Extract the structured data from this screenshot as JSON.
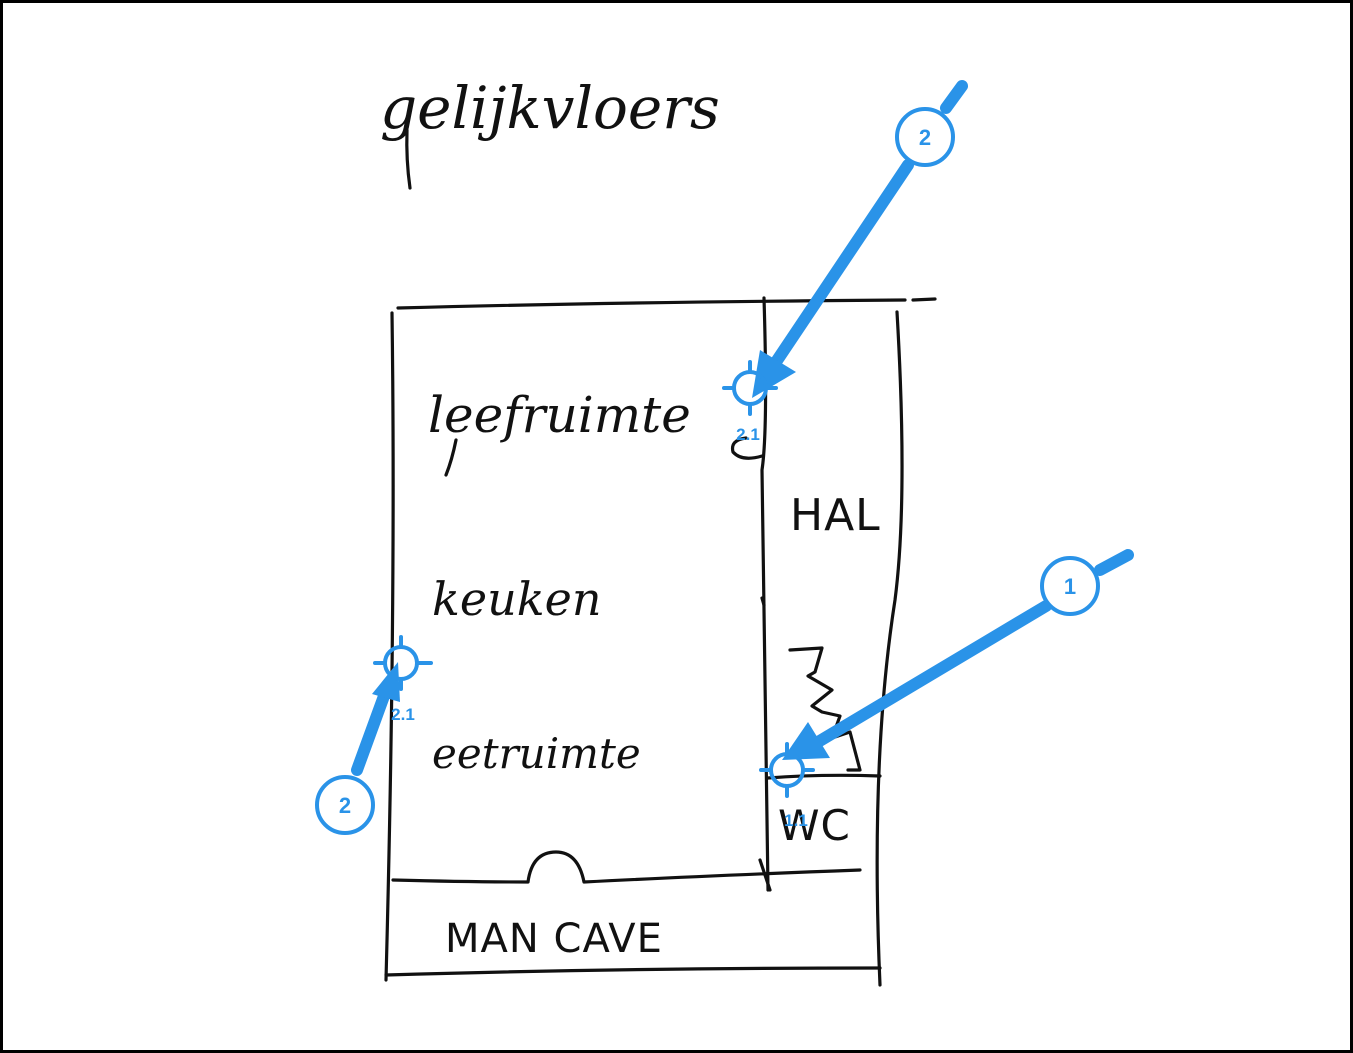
{
  "canvas": {
    "border_color": "#000000",
    "background": "#ffffff"
  },
  "accent_color": "#2a93e8",
  "labels": {
    "title": "gelijkvloers",
    "room_living": "leefruimte",
    "room_kitchen": "keuken",
    "room_dining": "eetruimte",
    "room_hall": "HAL",
    "room_toilet": "WC",
    "room_mancave": "MAN CAVE"
  },
  "annotations": {
    "badges": [
      "2",
      "1",
      "2"
    ],
    "markers": [
      "2.1",
      "1.1",
      "2.1"
    ]
  }
}
